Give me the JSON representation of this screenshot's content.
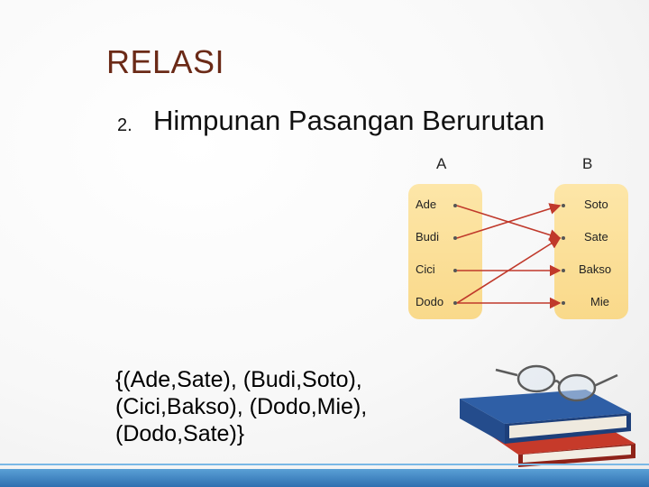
{
  "slide": {
    "title": "RELASI",
    "item_number": "2.",
    "item_text": "Himpunan Pasangan Berurutan"
  },
  "diagram": {
    "set_a": {
      "label": "A",
      "elements": [
        "Ade",
        "Budi",
        "Cici",
        "Dodo"
      ]
    },
    "set_b": {
      "label": "B",
      "elements": [
        "Soto",
        "Sate",
        "Bakso",
        "Mie"
      ]
    },
    "pairs": [
      {
        "from": "Ade",
        "to": "Sate"
      },
      {
        "from": "Budi",
        "to": "Soto"
      },
      {
        "from": "Cici",
        "to": "Bakso"
      },
      {
        "from": "Dodo",
        "to": "Mie"
      },
      {
        "from": "Dodo",
        "to": "Sate"
      }
    ],
    "arrow_color": "#c0392b",
    "box_color": "#f9d98a"
  },
  "result": {
    "lines": [
      "{(Ade,Sate), (Budi,Soto),",
      "(Cici,Bakso), (Dodo,Mie),",
      "(Dodo,Sate)}"
    ]
  },
  "decoration": {
    "image": "books-and-glasses-illustration"
  }
}
